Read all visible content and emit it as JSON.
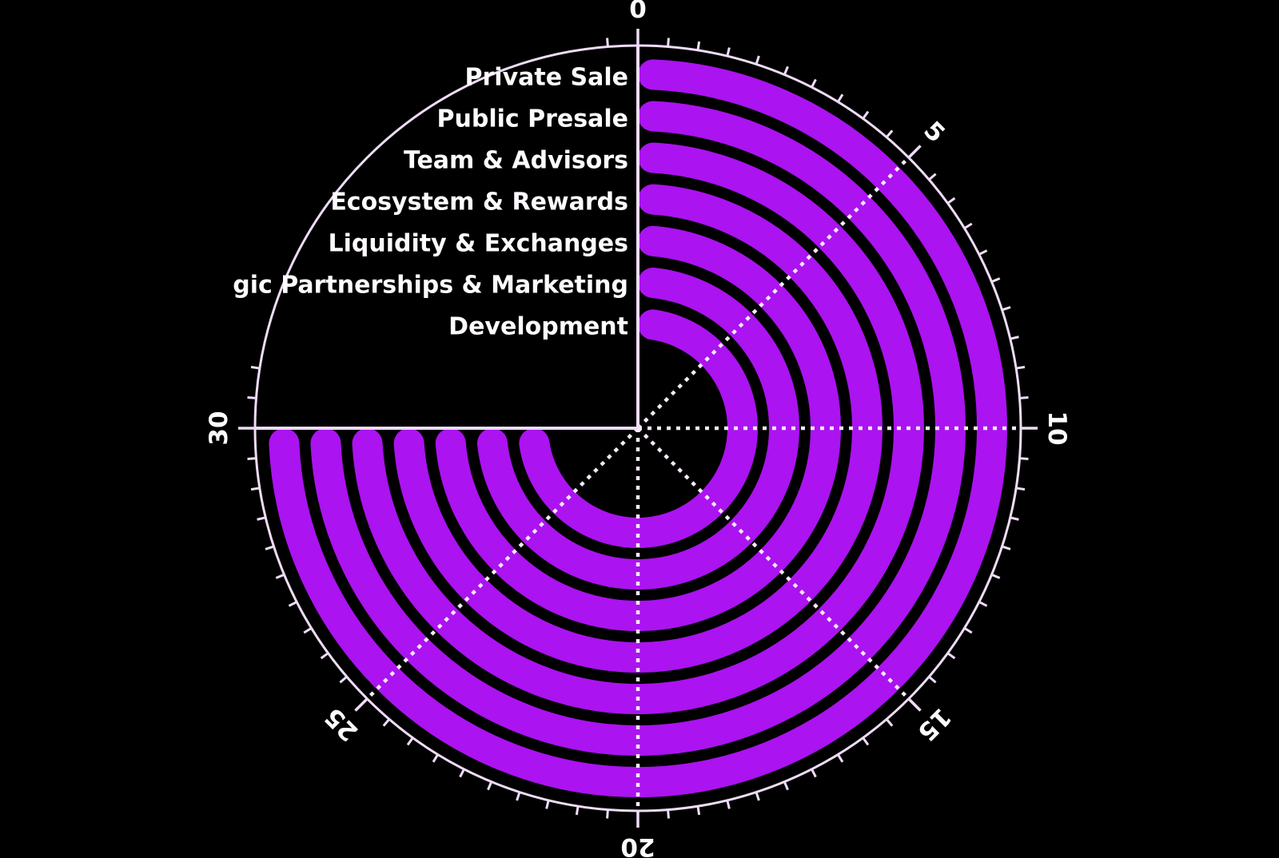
{
  "page": {
    "background_color": "#000000"
  },
  "chart_data": {
    "type": "bar",
    "subtype": "radial-bar",
    "title": "",
    "categories": [
      "Private Sale",
      "Public Presale",
      "Team & Advisors",
      "Ecosystem & Rewards",
      "Liquidity & Exchanges",
      "gic Partnerships & Marketing",
      "Development"
    ],
    "values": [
      30,
      30,
      30,
      30,
      30,
      30,
      30
    ],
    "angular_axis": {
      "min": 0,
      "max": 30,
      "sweep_degrees": 270,
      "start_angle_degrees": 0,
      "major_tick_step": 5,
      "minor_tick_step": 0.5,
      "tick_labels": [
        "0",
        "5",
        "10",
        "15",
        "20",
        "25",
        "30"
      ],
      "tick_label_rotation": "tangential"
    },
    "grid": "dotted spokes at each major tick, solid lines at axis start (0) and end (30)",
    "legend_position": "none",
    "colors": {
      "bar": "#ab13f0",
      "axis_line": "#eedcf6",
      "outer_circle": "#eedcf6",
      "tick": "#eedcf6",
      "dotted_grid": "#f6ebf8",
      "category_label": "#fefbfe",
      "tick_label": "#fefbfe",
      "background": "#000000"
    }
  }
}
